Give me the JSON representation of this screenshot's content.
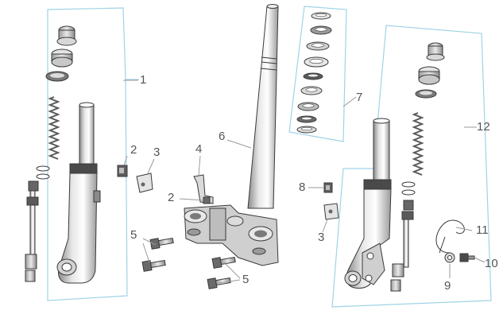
{
  "diagram": {
    "colors": {
      "frame": "#9fd3e6",
      "line": "#3a3a3a",
      "shade": "#b9b9b9",
      "dark": "#5a5a5a",
      "leader": "#9a9a9a",
      "text": "#555555"
    },
    "callouts": {
      "c1": "1",
      "c2a": "2",
      "c2b": "2",
      "c3a": "3",
      "c3b": "3",
      "c4": "4",
      "c5a": "5",
      "c5b": "5",
      "c6": "6",
      "c7": "7",
      "c8": "8",
      "c9": "9",
      "c10": "10",
      "c11": "11",
      "c12": "12"
    }
  }
}
